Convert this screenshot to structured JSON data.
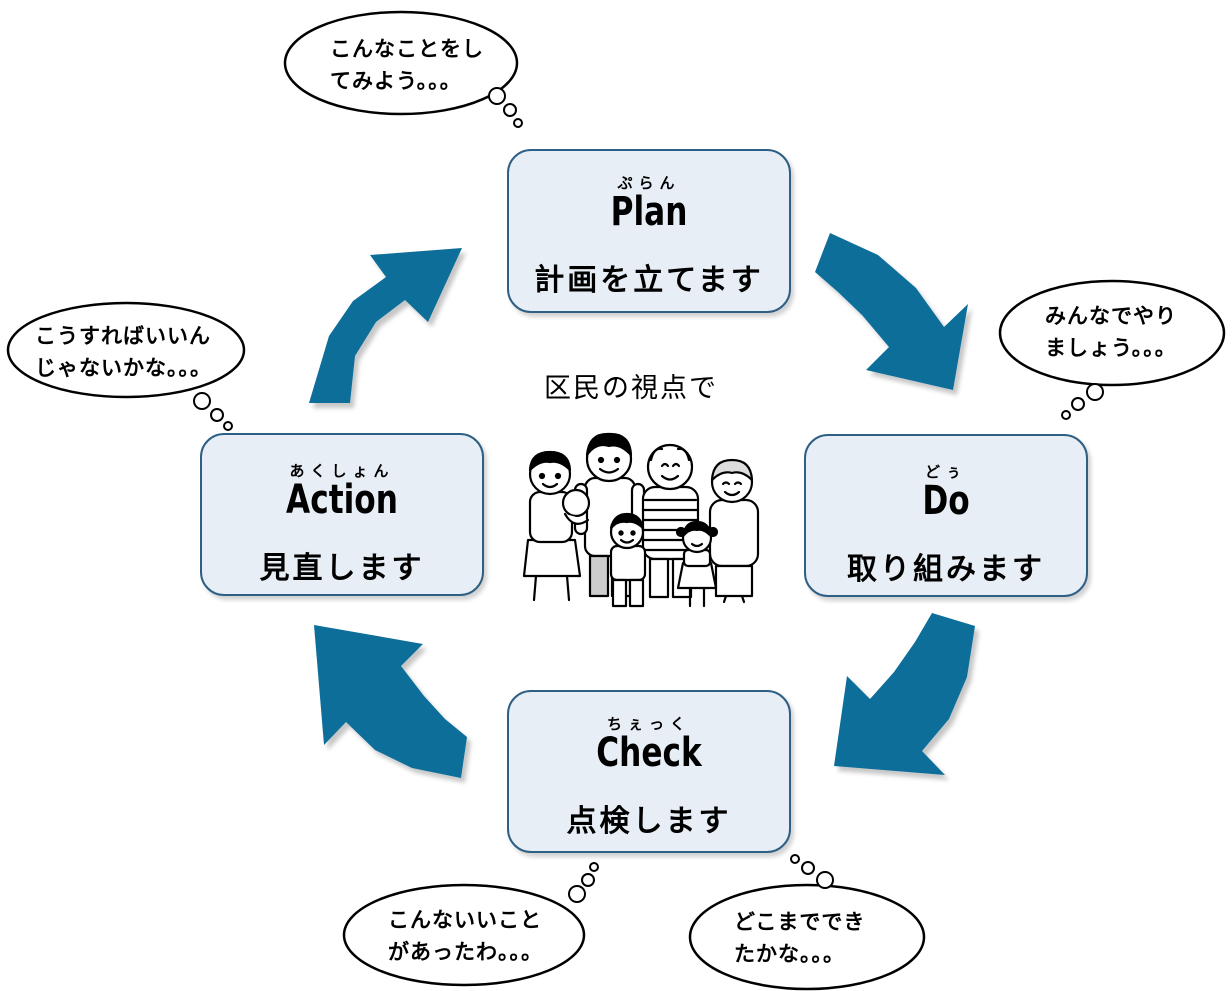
{
  "center_caption": "区民の視点で",
  "stages": {
    "plan": {
      "ruby": "ぷらん",
      "title": "Plan",
      "label": "計画を立てます"
    },
    "do": {
      "ruby": "どぅ",
      "title": "Do",
      "label": "取り組みます"
    },
    "check": {
      "ruby": "ちぇっく",
      "title": "Check",
      "label": "点検します"
    },
    "action": {
      "ruby": "あくしょん",
      "title": "Action",
      "label": "見直します"
    }
  },
  "bubbles": {
    "plan": {
      "line1": "こんなことをし",
      "line2": "てみよう。。。"
    },
    "do": {
      "line1": "みんなでやり",
      "line2": "ましょう。。。"
    },
    "action": {
      "line1": "こうすればいいん",
      "line2": "じゃないかな。。。"
    },
    "check_1": {
      "line1": "こんないいこと",
      "line2": "があったわ。。。"
    },
    "check_2": {
      "line1": "どこまででき",
      "line2": "たかな。。。"
    }
  },
  "colors": {
    "arrow": "#0f6e9a",
    "box_fill": "#e8eef5",
    "box_border": "#2e5f85"
  },
  "icons": {
    "center_illustration": "family-illustration"
  }
}
